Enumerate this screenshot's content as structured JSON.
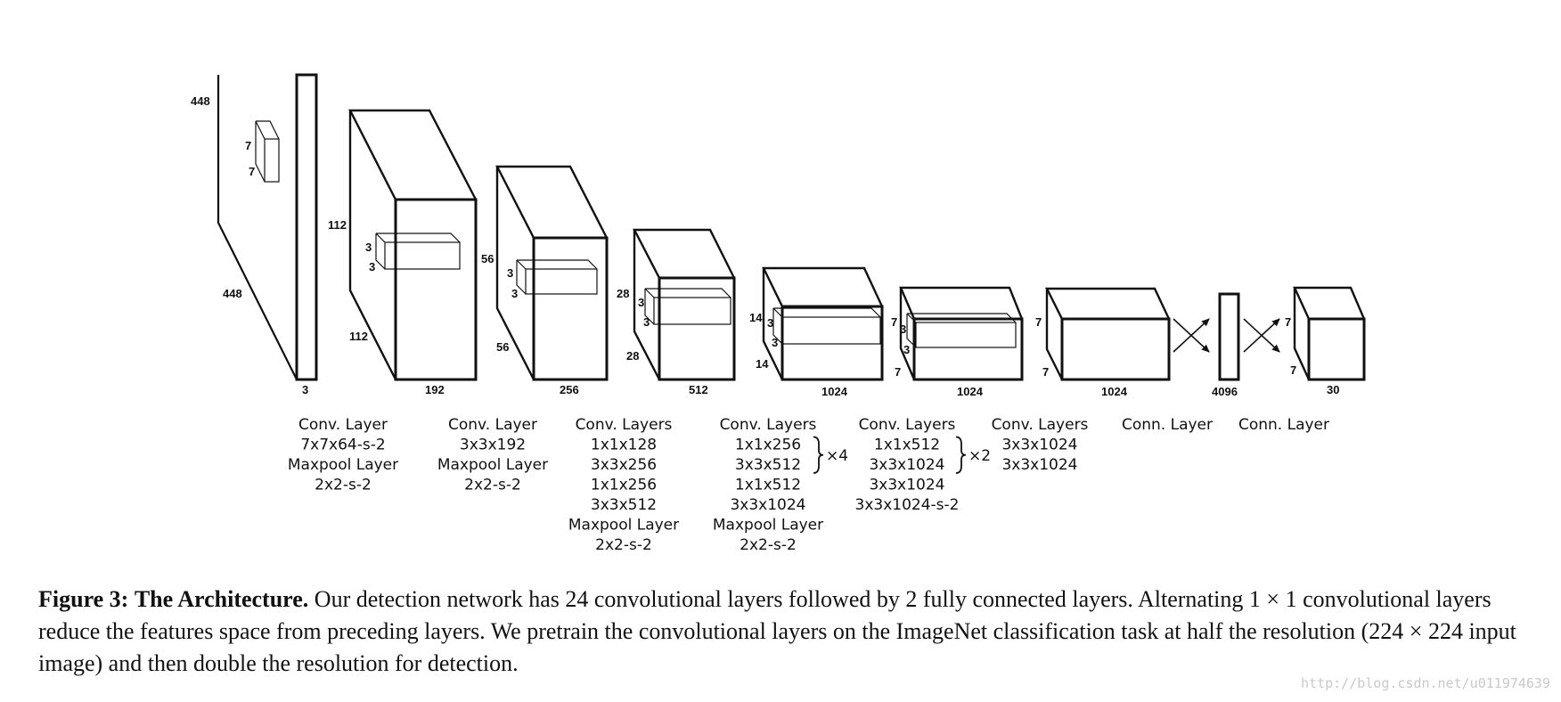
{
  "diagram": {
    "dims": {
      "b0_448_top": "448",
      "b0_7a": "7",
      "b0_7b": "7",
      "b0_448_side": "448",
      "b0_3": "3",
      "b1_112a": "112",
      "b1_3a": "3",
      "b1_3b": "3",
      "b1_112b": "112",
      "b1_192": "192",
      "b2_56a": "56",
      "b2_3a": "3",
      "b2_3b": "3",
      "b2_56b": "56",
      "b2_256": "256",
      "b3_28a": "28",
      "b3_3a": "3",
      "b3_3b": "3",
      "b3_28b": "28",
      "b3_512": "512",
      "b4_14a": "14",
      "b4_3a": "3",
      "b4_3b": "3",
      "b4_14b": "14",
      "b4_1024": "1024",
      "b5_7a": "7",
      "b5_3a": "3",
      "b5_3b": "3",
      "b5_7b": "7",
      "b5_1024": "1024",
      "b6_7a": "7",
      "b6_7b": "7",
      "b6_1024": "1024",
      "b7_4096": "4096",
      "b8_7a": "7",
      "b8_7b": "7",
      "b8_30": "30"
    },
    "groups": [
      {
        "lines": [
          "Conv. Layer",
          "7x7x64-s-2",
          "Maxpool Layer",
          "2x2-s-2"
        ]
      },
      {
        "lines": [
          "Conv. Layer",
          "3x3x192",
          "Maxpool Layer",
          "2x2-s-2"
        ]
      },
      {
        "lines": [
          "Conv. Layers",
          "1x1x128",
          "3x3x256",
          "1x1x256",
          "3x3x512",
          "Maxpool Layer",
          "2x2-s-2"
        ]
      },
      {
        "lines": [
          "Conv. Layers",
          "1x1x256",
          "3x3x512",
          "1x1x512",
          "3x3x1024",
          "Maxpool Layer",
          "2x2-s-2"
        ],
        "multiplier": "×4"
      },
      {
        "lines": [
          "Conv. Layers",
          "1x1x512",
          "3x3x1024",
          "3x3x1024",
          "3x3x1024-s-2"
        ],
        "multiplier": "×2"
      },
      {
        "lines": [
          "Conv. Layers",
          "3x3x1024",
          "3x3x1024"
        ]
      },
      {
        "lines": [
          "Conn. Layer"
        ]
      },
      {
        "lines": [
          "Conn. Layer"
        ]
      }
    ]
  },
  "caption": {
    "label": "Figure 3:",
    "title": "The Architecture.",
    "text": "Our detection network has 24 convolutional layers followed by 2 fully connected layers. Alternating 1 × 1 convolutional layers reduce the features space from preceding layers. We pretrain the convolutional layers on the ImageNet classification task at half the resolution (224 × 224 input image) and then double the resolution for detection."
  },
  "watermark": "http://blog.csdn.net/u011974639"
}
